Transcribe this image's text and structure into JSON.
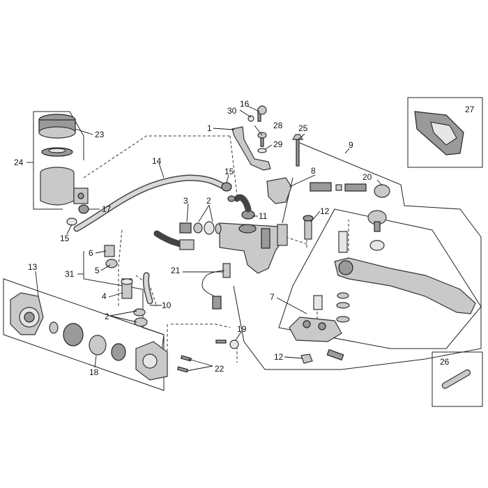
{
  "callouts": {
    "c1": "1",
    "c2a": "2",
    "c2b": "2",
    "c3": "3",
    "c4": "4",
    "c5": "5",
    "c6": "6",
    "c7": "7",
    "c8": "8",
    "c9": "9",
    "c10": "10",
    "c11": "11",
    "c12a": "12",
    "c12b": "12",
    "c13": "13",
    "c14": "14",
    "c15a": "15",
    "c15b": "15",
    "c16": "16",
    "c17": "17",
    "c18": "18",
    "c19": "19",
    "c20": "20",
    "c21": "21",
    "c22": "22",
    "c23": "23",
    "c24": "24",
    "c25": "25",
    "c26": "26",
    "c27": "27",
    "c28": "28",
    "c29": "29",
    "c30": "30",
    "c31": "31"
  },
  "colors": {
    "line": "#222222",
    "part_fill": "#c9c9c9",
    "background": "#ffffff"
  }
}
